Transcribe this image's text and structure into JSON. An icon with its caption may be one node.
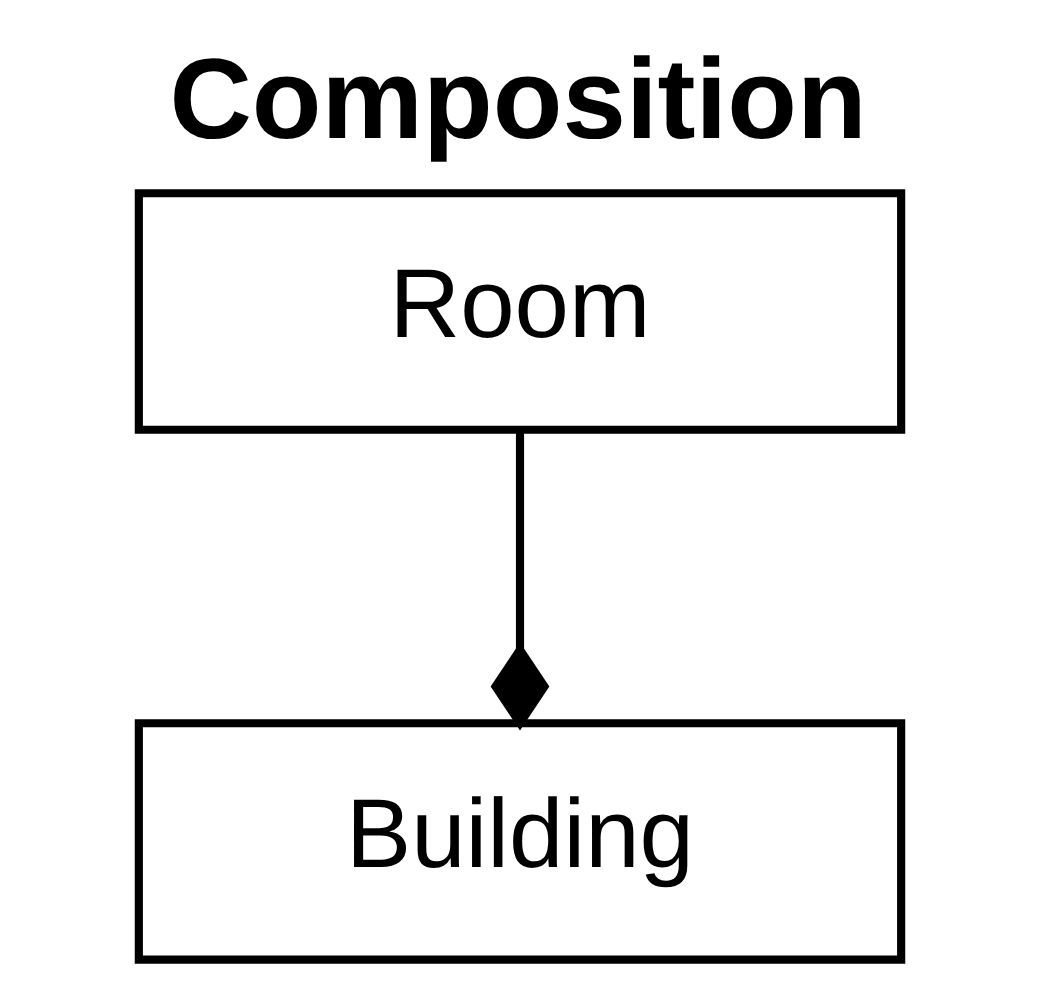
{
  "diagram": {
    "title": "Composition",
    "nodes": [
      {
        "text": [
          "Room"
        ]
      },
      {
        "text": [
          "Building"
        ]
      }
    ],
    "edges": [
      {
        "from": 0,
        "to": 1,
        "arrow": "other"
      }
    ]
  }
}
